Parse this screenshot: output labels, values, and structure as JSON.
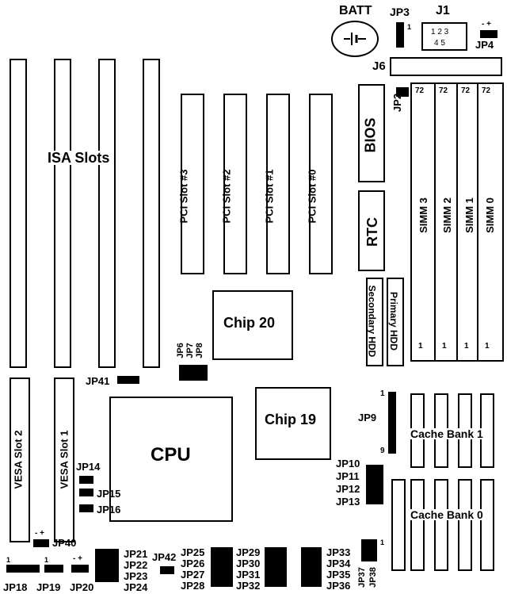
{
  "labels": {
    "batt": "BATT",
    "jp3": "JP3",
    "j1": "J1",
    "j1_pins_top": "1 2 3",
    "j1_pins_bottom": "4 5",
    "jp4": "JP4",
    "j6": "J6",
    "jp2": "JP2",
    "isa": "ISA Slots",
    "pci3": "PCI Slot #3",
    "pci2": "PCI Slot #2",
    "pci1": "PCI Slot #1",
    "pci0": "PCI Slot #0",
    "bios": "BIOS",
    "rtc": "RTC",
    "primary_hdd": "Primary HDD",
    "secondary_hdd": "Secondary HDD",
    "simm3": "SIMM 3",
    "simm2": "SIMM 2",
    "simm1": "SIMM 1",
    "simm0": "SIMM 0",
    "simm_top_pin": "72",
    "simm_bottom_pin": "1",
    "chip20": "Chip 20",
    "chip19": "Chip 19",
    "cpu": "CPU",
    "jp6": "JP6",
    "jp7": "JP7",
    "jp8": "JP8",
    "jp41": "JP41",
    "jp9": "JP9",
    "jp9_top": "1",
    "jp9_bottom": "9",
    "vesa2": "VESA Slot 2",
    "vesa1": "VESA Slot 1",
    "cache1": "Cache Bank 1",
    "cache0": "Cache Bank 0",
    "jp14": "JP14",
    "jp15": "JP15",
    "jp16": "JP16",
    "jp10": "JP10",
    "jp11": "JP11",
    "jp12": "JP12",
    "jp13": "JP13",
    "jp40": "JP40",
    "jp40_sign": "- +",
    "jp21": "JP21",
    "jp22": "JP22",
    "jp23": "JP23",
    "jp24": "JP24",
    "jp42": "JP42",
    "jp25": "JP25",
    "jp26": "JP26",
    "jp27": "JP27",
    "jp28": "JP28",
    "jp29": "JP29",
    "jp30": "JP30",
    "jp31": "JP31",
    "jp32": "JP32",
    "jp33": "JP33",
    "jp34": "JP34",
    "jp35": "JP35",
    "jp36": "JP36",
    "jp37": "JP37",
    "jp38": "JP38",
    "jp18": "JP18",
    "jp19": "JP19",
    "jp20": "JP20",
    "jp20_sign": "- +",
    "jp4_sign": "- +",
    "one": "1"
  }
}
